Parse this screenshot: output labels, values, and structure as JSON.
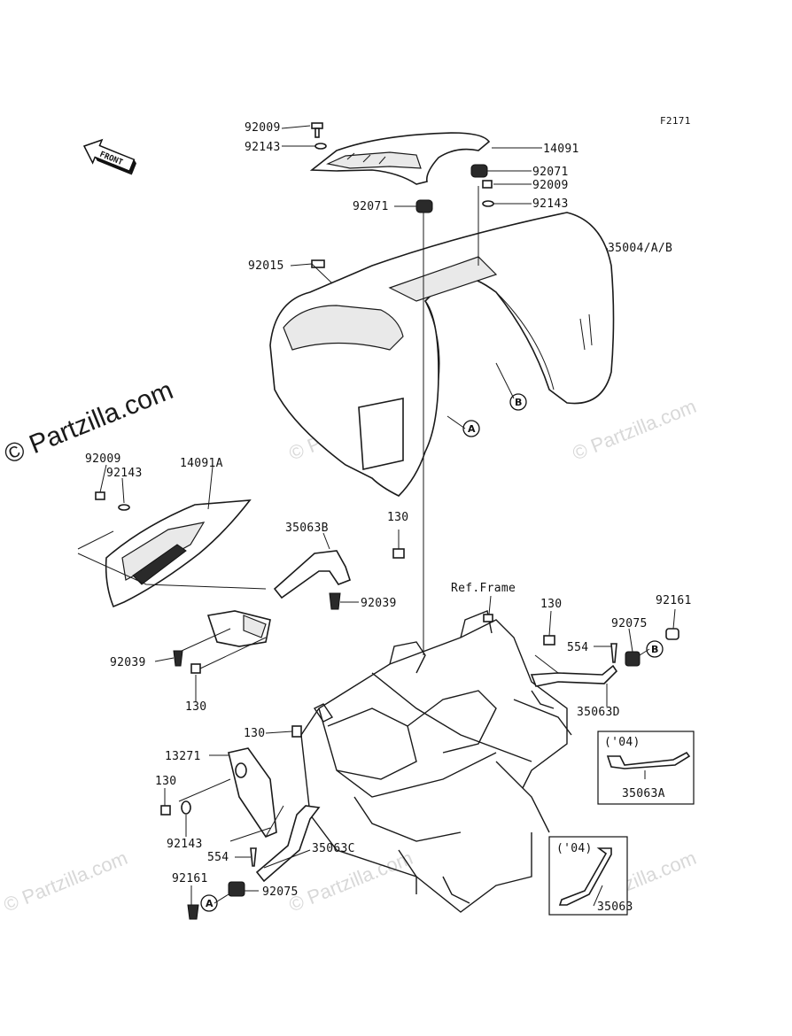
{
  "diagram": {
    "figure_code": "F2171",
    "front_label": "FRONT",
    "copyright": "© Partzilla.com",
    "watermark": "© Partzilla.com",
    "ref_frame": "Ref.Frame",
    "inset_04_a": {
      "year": "('04)",
      "part": "35063A"
    },
    "inset_04_b": {
      "year": "('04)",
      "part": "35063"
    },
    "refs": [
      "A",
      "B"
    ],
    "labels": {
      "p92009_top": "92009",
      "p92143_top": "92143",
      "p14091": "14091",
      "p92071_r": "92071",
      "p92009_r": "92009",
      "p92143_r": "92143",
      "p92071_l": "92071",
      "p35004": "35004/A/B",
      "p92015": "92015",
      "p92009_l": "92009",
      "p92143_l": "92143",
      "p14091A": "14091A",
      "p35063B": "35063B",
      "p130_a": "130",
      "p92039_a": "92039",
      "p92039_b": "92039",
      "p130_b": "130",
      "p130_c": "130",
      "p13271": "13271",
      "p130_d": "130",
      "p92143_b": "92143",
      "p554_l": "554",
      "p35063C": "35063C",
      "p92161_l": "92161",
      "p92075_l": "92075",
      "p130_e": "130",
      "p554_r": "554",
      "p92075_r": "92075",
      "p92161_r": "92161",
      "p35063D": "35063D"
    }
  }
}
